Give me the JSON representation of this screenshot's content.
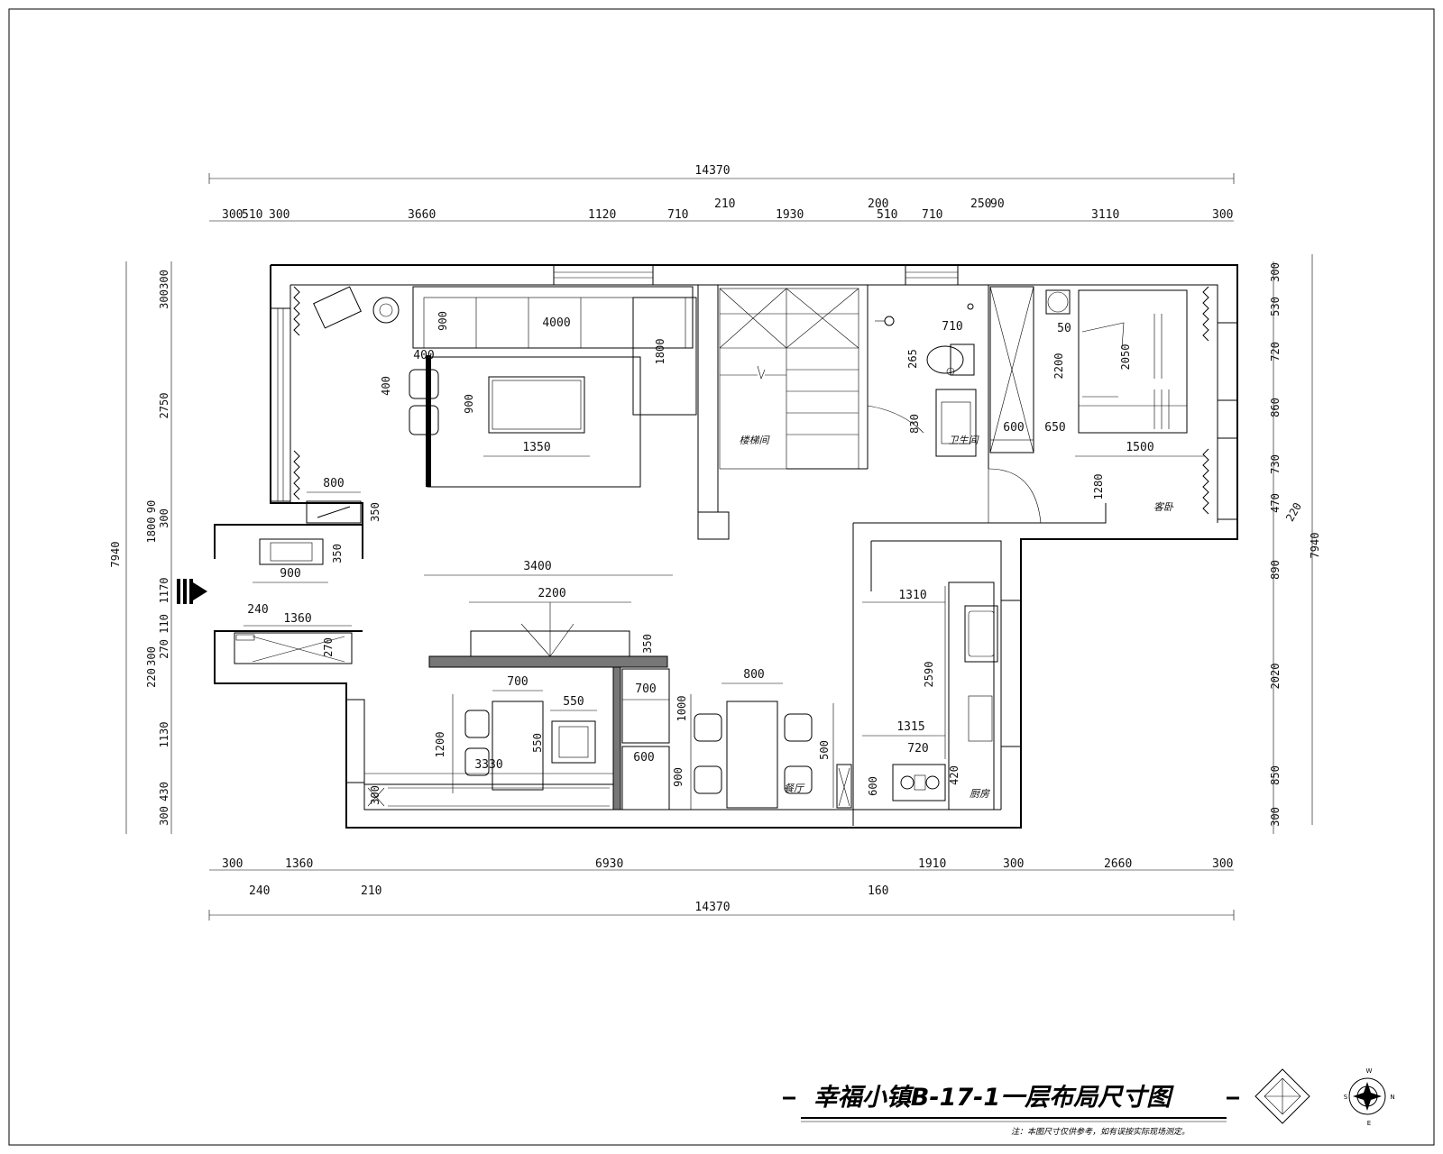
{
  "title": "幸福小镇B-17-1一层布局尺寸图",
  "note": "注：本图尺寸仅供参考，如有误按实际现场测定。",
  "compass": {
    "n": "N",
    "s": "S",
    "e": "E",
    "w": "W"
  },
  "rooms": {
    "stair": "楼梯间",
    "bath": "卫生间",
    "guest": "客卧",
    "dining": "餐厅",
    "kitchen": "厨房"
  },
  "dims_top": {
    "overall": "14370",
    "segs": [
      "300",
      "510",
      "300",
      "3660",
      "1120",
      "710",
      "210",
      "1930",
      "200",
      "510",
      "710",
      "250",
      "90",
      "3110",
      "300"
    ]
  },
  "dims_bottom": {
    "overall": "14370",
    "segs": [
      "300",
      "1360",
      "6930",
      "1910",
      "300",
      "2660",
      "300"
    ],
    "sub": [
      "240",
      "210",
      "160"
    ]
  },
  "dims_left": {
    "overall": "7940",
    "segs": [
      "300",
      "300",
      "2750",
      "1800",
      "90",
      "300",
      "1170",
      "110",
      "270",
      "300",
      "220",
      "1130",
      "300",
      "430"
    ]
  },
  "dims_right": {
    "overall": "7940",
    "segs": [
      "300",
      "530",
      "720",
      "860",
      "730",
      "470",
      "220",
      "890",
      "2020",
      "850",
      "300"
    ]
  },
  "dims_inner": {
    "sofa_len": "4000",
    "sofa_depth": "900",
    "sofa_side": "1800",
    "chair_w": "400",
    "chair_h": "400",
    "table_h": "900",
    "table_w": "1350",
    "cab_w": "800",
    "cab_h": "350",
    "shoe_w": "900",
    "shoe_h": "350",
    "tv_wall": "3400",
    "tv_unit": "2200",
    "tv_depth": "350",
    "side_240": "240",
    "side_1360": "1360",
    "side_270": "270",
    "desk_w": "700",
    "desk_h": "1200",
    "arm_w": "550",
    "arm_h": "550",
    "long_w": "3330",
    "long_h": "300",
    "fridge_w": "700",
    "fridge_h": "1000",
    "cab600": "600",
    "dtable_w": "800",
    "dtable_h": "900",
    "chair_d": "500",
    "kit_top": "1310",
    "kit_h": "2590",
    "kit_w": "1315",
    "stove_w": "720",
    "stove_h": "600",
    "stove_d": "420",
    "bath_w": "710",
    "bath_h": "265",
    "bath_b": "830",
    "wardrobe_w": "600",
    "wardrobe_h": "2200",
    "bed_gap": "650",
    "bed_len": "2050",
    "bed_w": "1500",
    "bed_pad": "50",
    "bed_dep": "1280"
  }
}
